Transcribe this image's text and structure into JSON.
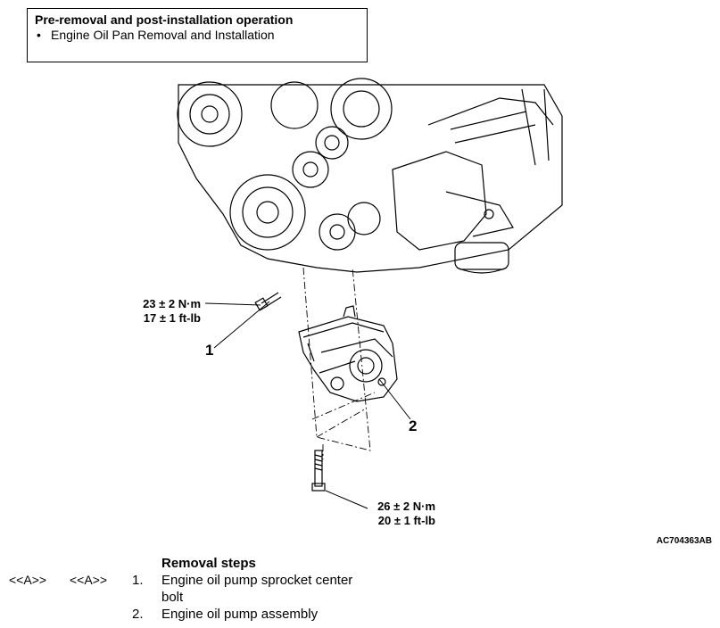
{
  "header": {
    "title": "Pre-removal and post-installation operation",
    "items": [
      {
        "bullet": "•",
        "text": "Engine Oil Pan Removal and Installation"
      }
    ]
  },
  "figure": {
    "torque_1": {
      "metric": "23 ± 2 N·m",
      "imperial": "17 ± 1 ft-lb"
    },
    "torque_2": {
      "metric": "26 ± 2 N·m",
      "imperial": "20 ± 1 ft-lb"
    },
    "callouts": [
      "1",
      "2"
    ],
    "figure_id": "AC704363AB"
  },
  "removal": {
    "title": "Removal steps",
    "steps": [
      {
        "removal_ref": "<<A>>",
        "install_ref": "<<A>>",
        "num": "1.",
        "text_line1": "Engine oil pump sprocket center",
        "text_line2": "bolt"
      },
      {
        "removal_ref": "",
        "install_ref": "",
        "num": "2.",
        "text_line1": "Engine oil pump assembly",
        "text_line2": ""
      }
    ]
  }
}
